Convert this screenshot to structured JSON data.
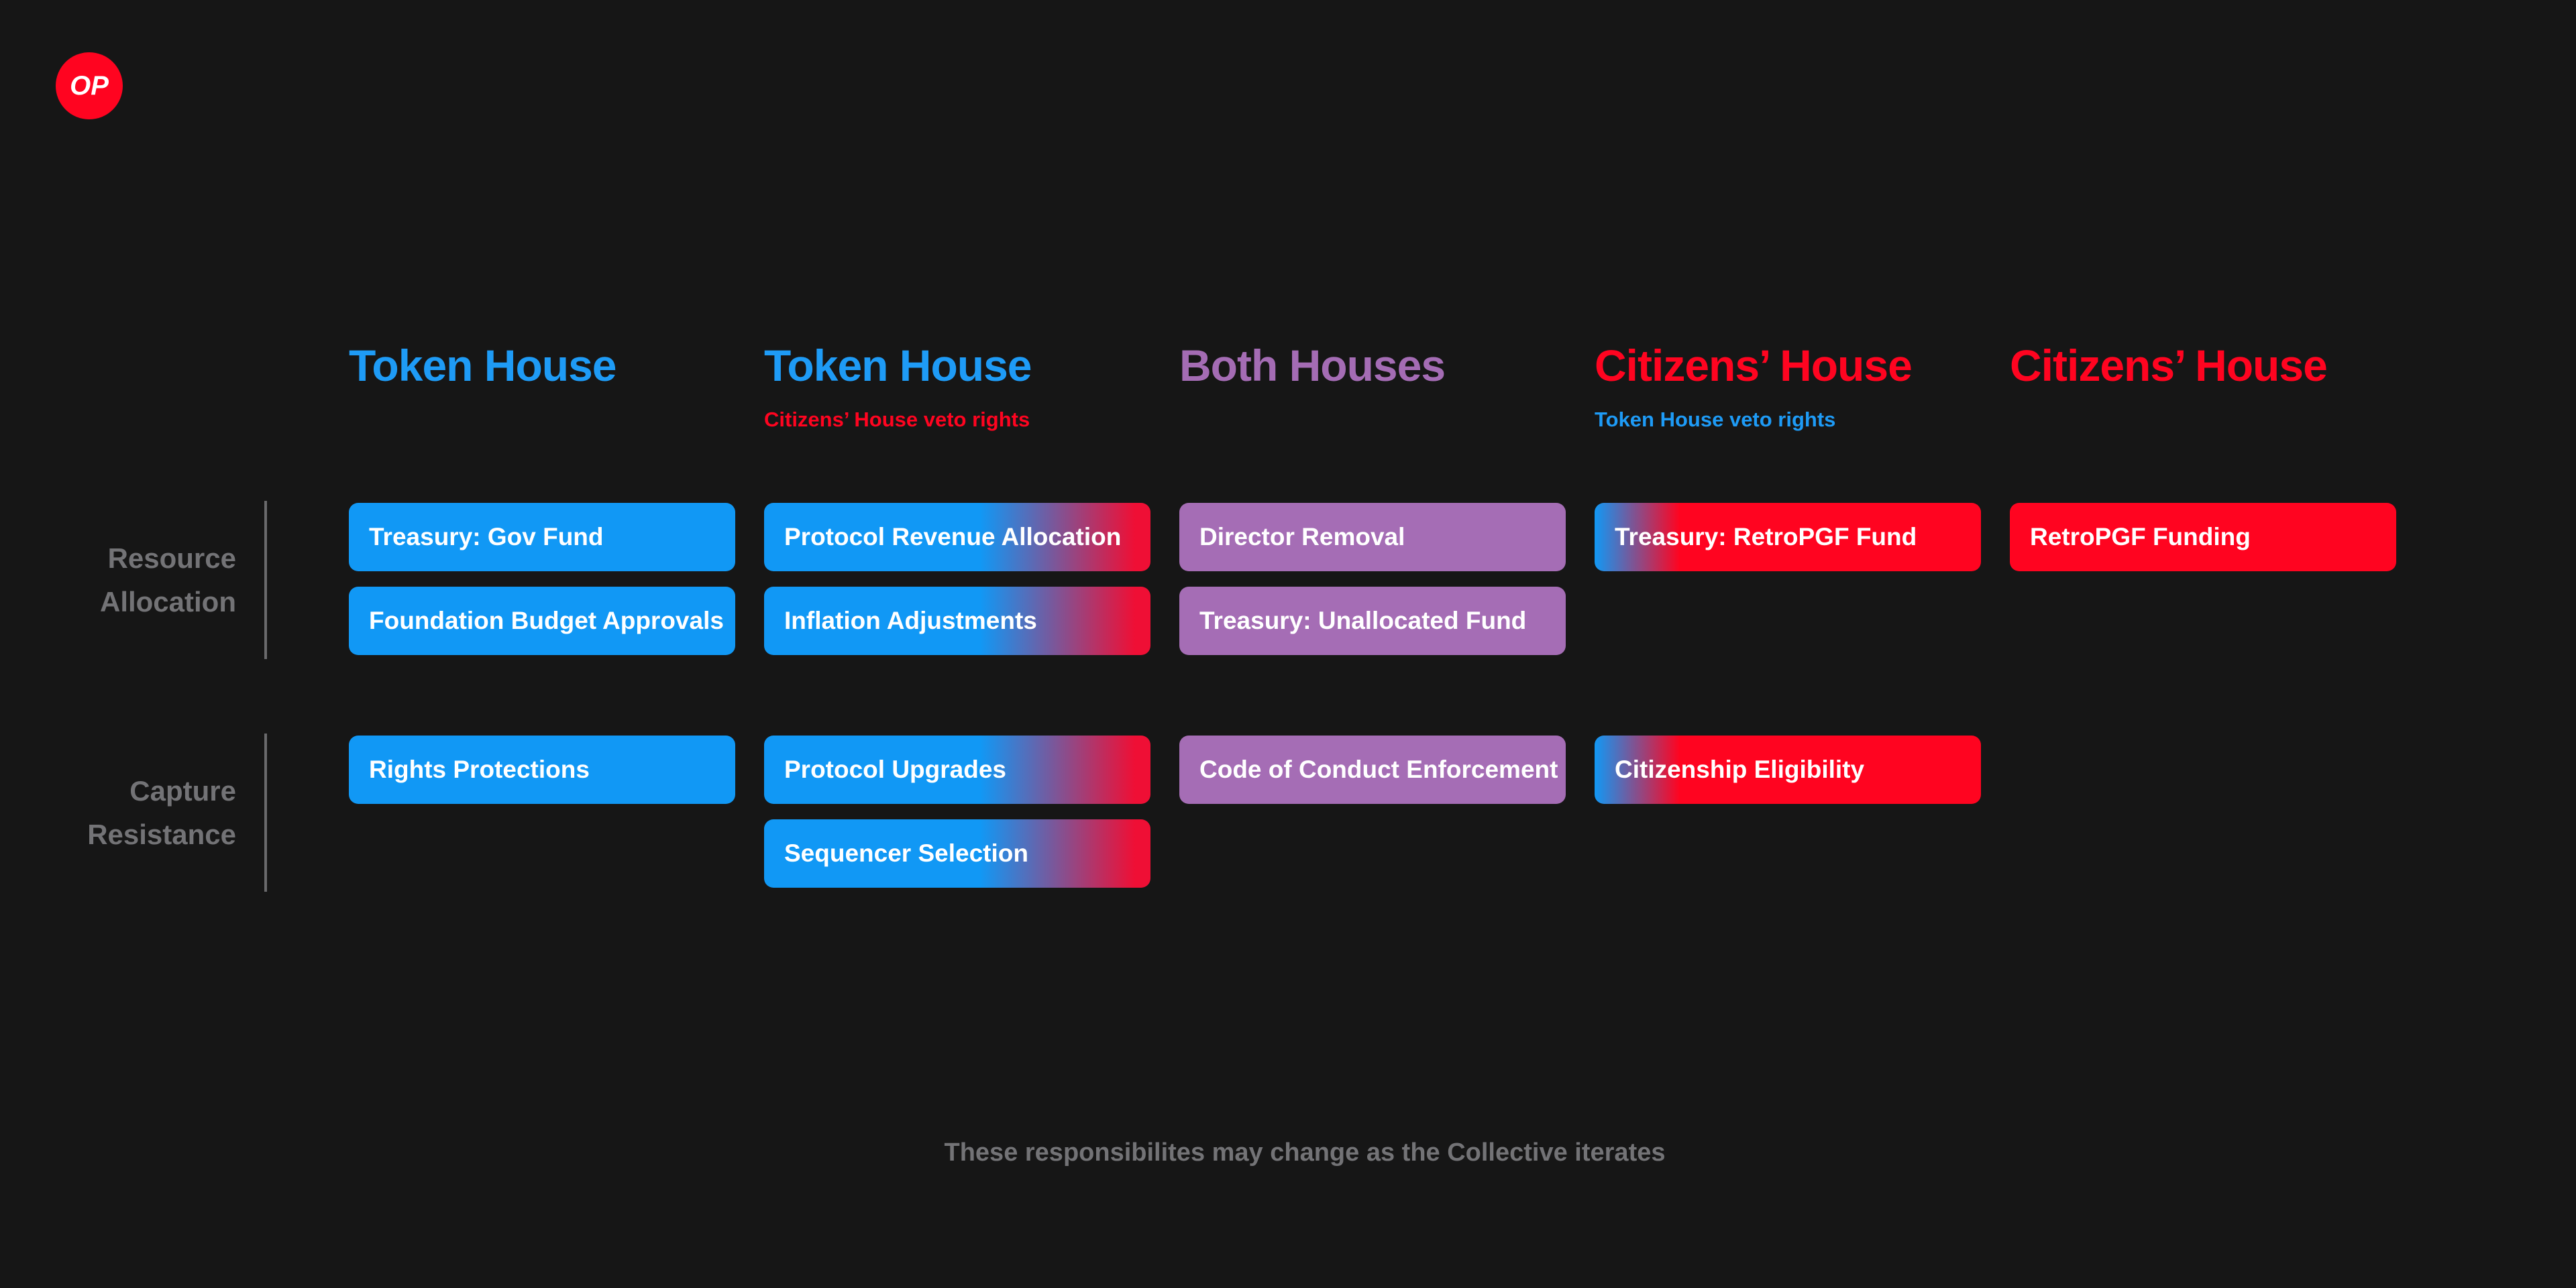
{
  "logo": {
    "label": "OP"
  },
  "colors": {
    "background": "#161616",
    "blue": "#1198F5",
    "red": "#FF0420",
    "purple": "#A56DB5",
    "title_blue": "#1E9BF6",
    "title_purple": "#A46CB4",
    "title_red": "#FF0420",
    "gray_text": "#737376",
    "divider_gray": "#6A6A6C"
  },
  "rows": [
    {
      "label_lines": [
        "Resource",
        "Allocation"
      ]
    },
    {
      "label_lines": [
        "Capture",
        "Resistance"
      ]
    }
  ],
  "columns": [
    {
      "title": "Token House",
      "title_color": "#1E9BF6",
      "subtitle": "",
      "subtitle_color": "",
      "pill_style": "blue",
      "pills": {
        "resource_allocation": [
          "Treasury: Gov Fund",
          "Foundation Budget Approvals"
        ],
        "capture_resistance": [
          "Rights Protections"
        ]
      }
    },
    {
      "title": "Token House",
      "title_color": "#1E9BF6",
      "subtitle": "Citizens’ House veto rights",
      "subtitle_color": "#FF0420",
      "pill_style": "blue-red",
      "pills": {
        "resource_allocation": [
          "Protocol Revenue Allocation",
          "Inflation Adjustments"
        ],
        "capture_resistance": [
          "Protocol Upgrades",
          "Sequencer Selection"
        ]
      }
    },
    {
      "title": "Both Houses",
      "title_color": "#A46CB4",
      "subtitle": "",
      "subtitle_color": "",
      "pill_style": "purple",
      "pills": {
        "resource_allocation": [
          "Director Removal",
          "Treasury: Unallocated Fund"
        ],
        "capture_resistance": [
          "Code of Conduct Enforcement"
        ]
      }
    },
    {
      "title": "Citizens’ House",
      "title_color": "#FF0420",
      "subtitle": "Token House veto rights",
      "subtitle_color": "#1E9BF6",
      "pill_style": "red-left-blue",
      "pills": {
        "resource_allocation": [
          "Treasury: RetroPGF Fund"
        ],
        "capture_resistance": [
          "Citizenship Eligibility"
        ]
      }
    },
    {
      "title": "Citizens’ House",
      "title_color": "#FF0420",
      "subtitle": "",
      "subtitle_color": "",
      "pill_style": "red",
      "pills": {
        "resource_allocation": [
          "RetroPGF Funding"
        ],
        "capture_resistance": []
      }
    }
  ],
  "footer": {
    "note": "These responsibilites may change as the Collective iterates"
  }
}
